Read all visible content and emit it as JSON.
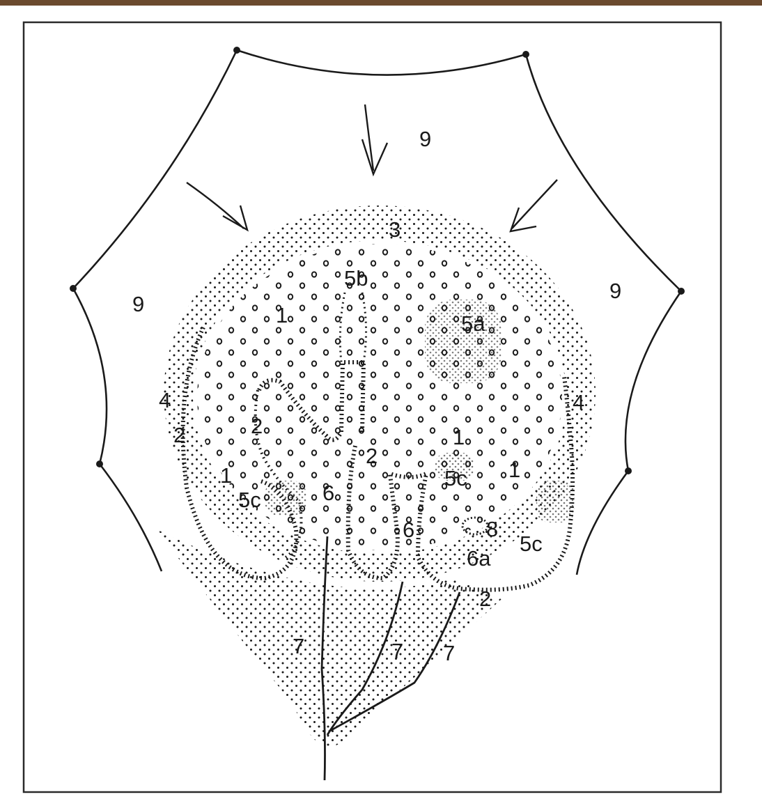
{
  "colors": {
    "ink": "#1a1a1a",
    "border": "#2a2a2a",
    "bar": "#6b4a2e",
    "paper": "#ffffff"
  },
  "labels": {
    "nine_top": "9",
    "nine_left": "9",
    "nine_right": "9",
    "three": "3",
    "five_b": "5b",
    "five_a": "5a",
    "one_upper": "1",
    "one_left": "1",
    "one_mid": "1",
    "one_right": "1",
    "two_far_left": "2",
    "two_left": "2",
    "two_center": "2",
    "two_bottom": "2",
    "four_left": "4",
    "four_right": "4",
    "five_c_left": "5c",
    "five_c_mid": "5c",
    "five_c_right": "5c",
    "six_center": "6",
    "six_lower": "6",
    "six_a": "6a",
    "eight": "8",
    "seven_left": "7",
    "seven_mid": "7",
    "seven_right": "7"
  }
}
